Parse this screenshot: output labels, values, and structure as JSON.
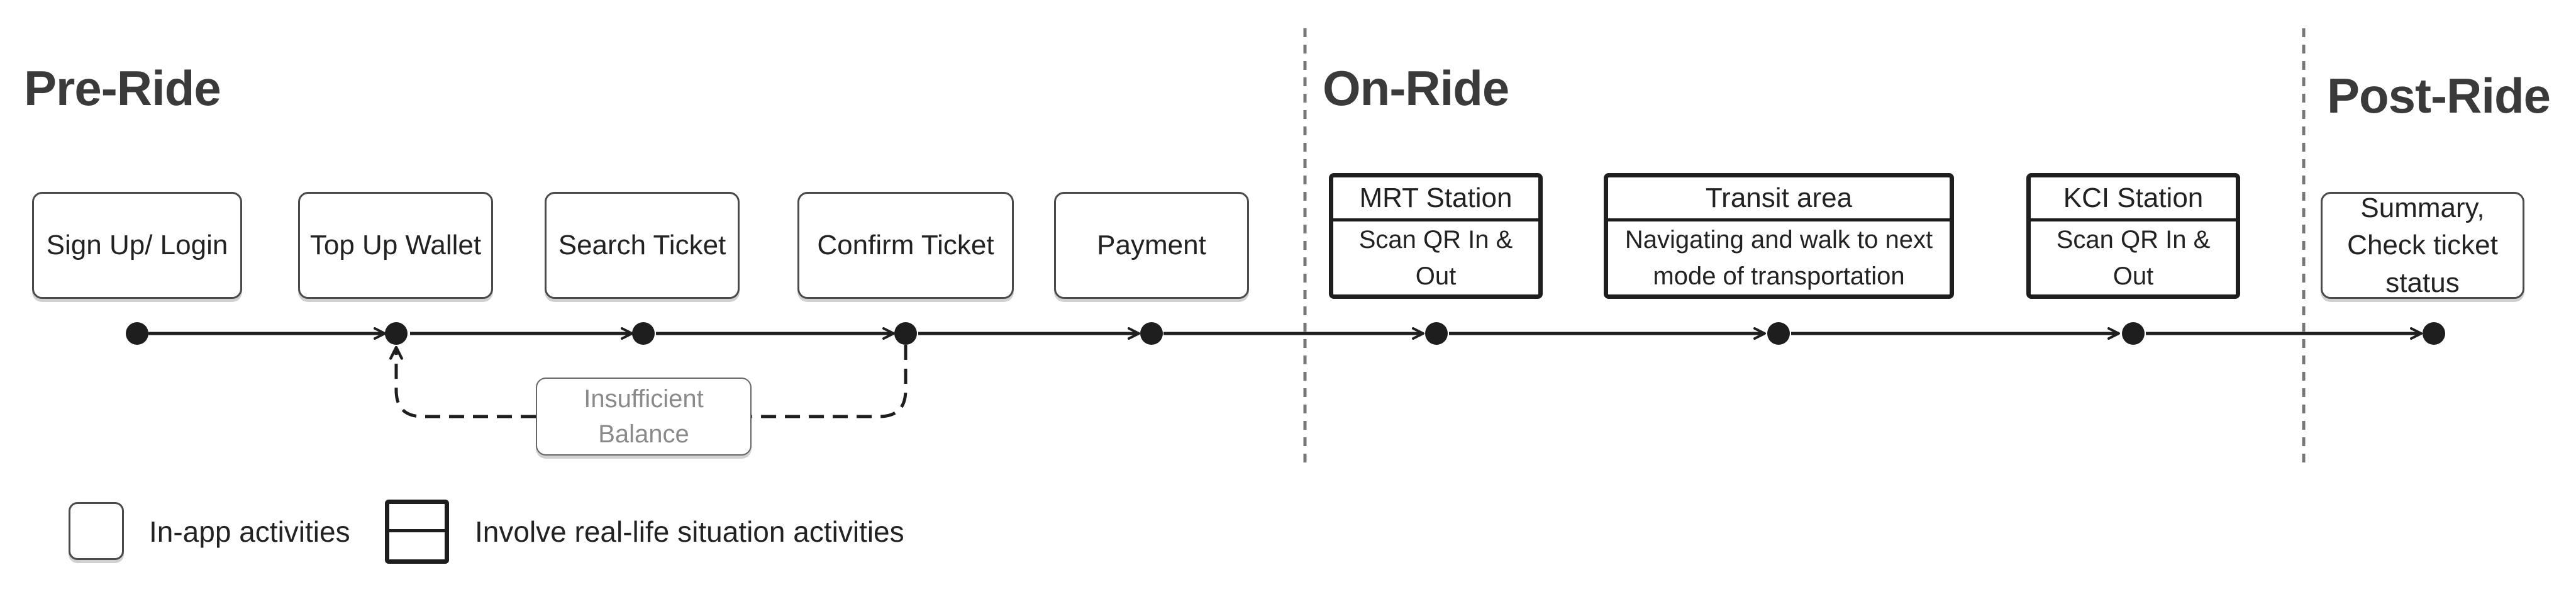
{
  "phases": {
    "pre_ride": "Pre-Ride",
    "on_ride": "On-Ride",
    "post_ride": "Post-Ride"
  },
  "in_app_steps": {
    "sign_up": "Sign Up/ Login",
    "top_up": "Top Up Wallet",
    "search": "Search Ticket",
    "confirm": "Confirm Ticket",
    "payment": "Payment",
    "summary": "Summary, Check ticket status"
  },
  "real_life_steps": {
    "mrt": {
      "title": "MRT Station",
      "detail": "Scan QR In & Out"
    },
    "transit": {
      "title": "Transit area",
      "detail": "Navigating and walk to next mode of transportation"
    },
    "kci": {
      "title": "KCI Station",
      "detail": "Scan QR In & Out"
    }
  },
  "branch_label": "Insufficient Balance",
  "legend": {
    "in_app": "In-app activities",
    "real_life": "Involve real-life situation activities"
  },
  "colors": {
    "line": "#1e1e1e",
    "app_border": "#4a4a4a",
    "real_border": "#1e1e1e",
    "branch_text": "#8a8a8a",
    "divider": "#777777"
  }
}
